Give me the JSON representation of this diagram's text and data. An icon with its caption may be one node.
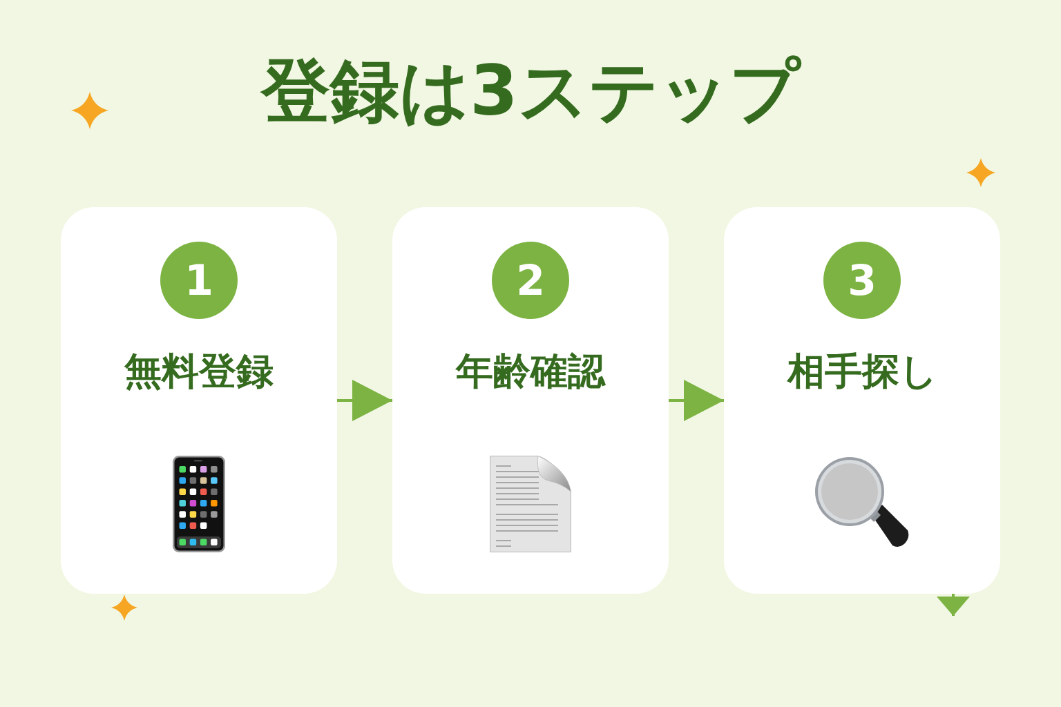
{
  "diagram": {
    "title": "登録は3ステップ",
    "nodes": [
      {
        "text": [
          "無料登録"
        ]
      },
      {
        "text": [
          "1"
        ],
        "in": 0
      },
      {
        "text": [
          "年齢確認"
        ]
      },
      {
        "text": [
          "2"
        ],
        "in": 2
      },
      {
        "text": [
          "相手探し"
        ]
      },
      {
        "text": [
          "3"
        ],
        "in": 4
      }
    ],
    "edges": [
      {
        "from": 0,
        "to": 2,
        "arrow": "to"
      },
      {
        "from": 2,
        "to": 4,
        "arrow": "to"
      },
      {
        "from": 4,
        "to": null,
        "arrow": "to"
      }
    ]
  }
}
